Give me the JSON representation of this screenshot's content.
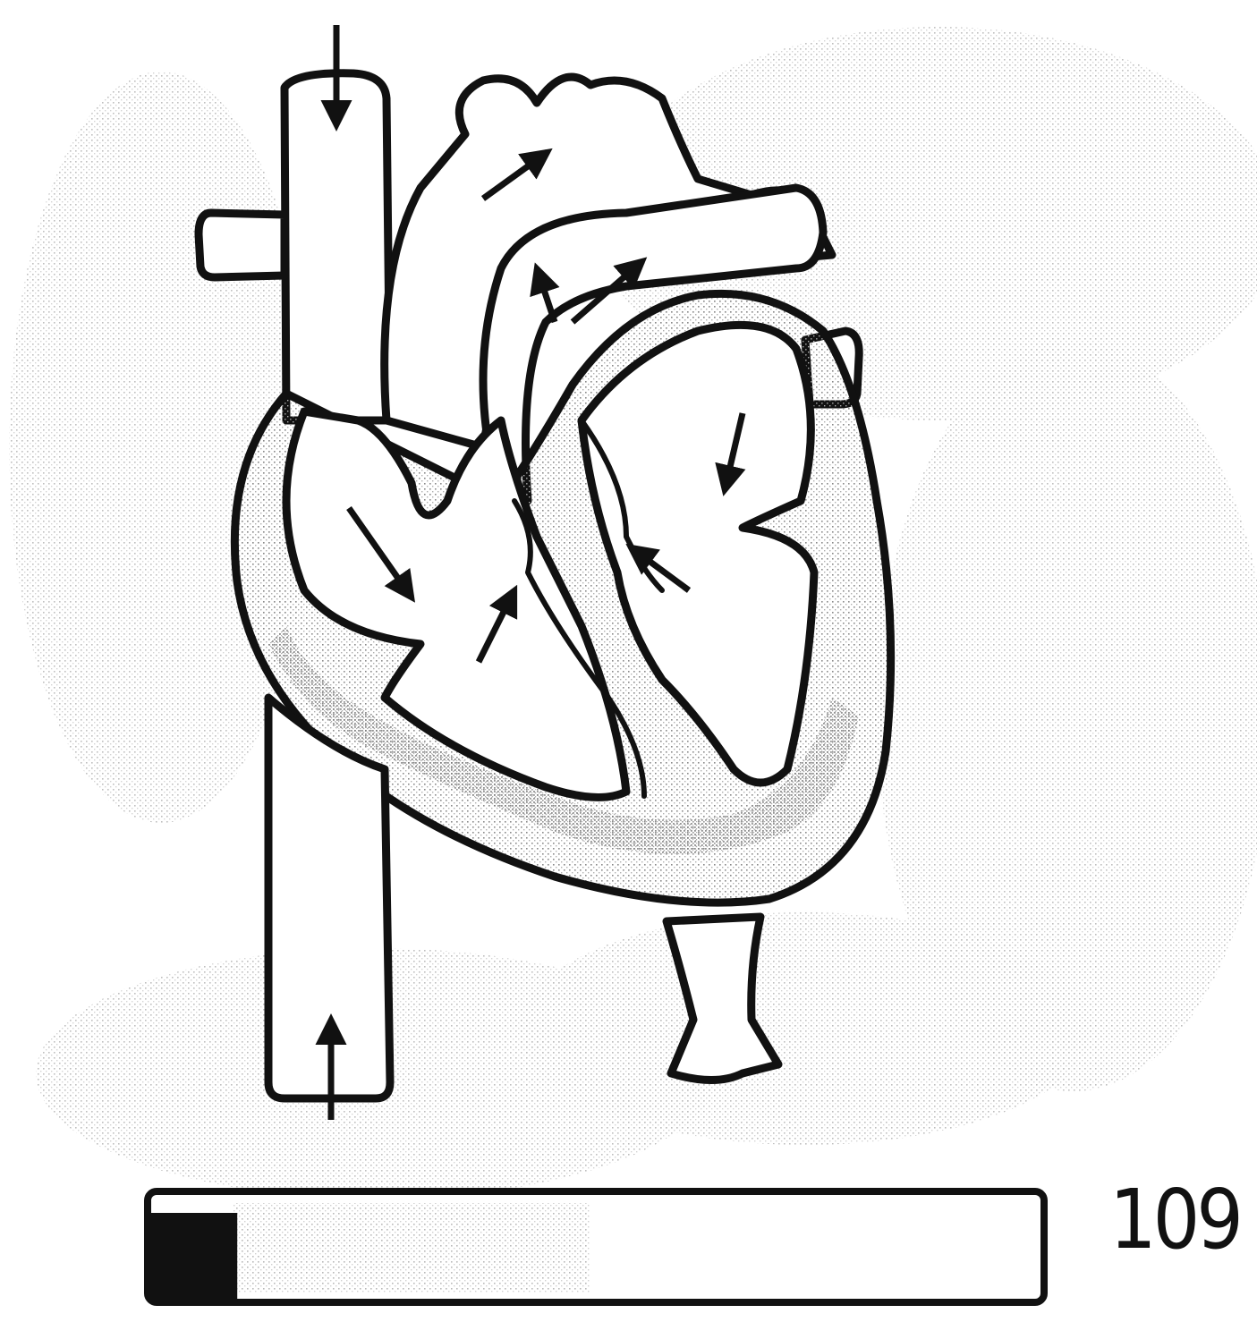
{
  "page": {
    "number": "109"
  },
  "diagram": {
    "subject": "heart-cross-section",
    "colors": {
      "ink": "#111111",
      "paper": "#ffffff",
      "stipple": "#9a9a9a"
    }
  },
  "progress": {
    "value": 0.1
  }
}
